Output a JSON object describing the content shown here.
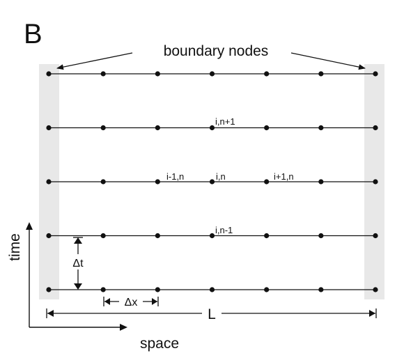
{
  "panel_label": "B",
  "boundary_label": "boundary nodes",
  "axis": {
    "time_label": "time",
    "space_label": "space"
  },
  "grid": {
    "columns": 7,
    "rows": 5
  },
  "node_labels": {
    "i_n_plus_1": "i,n+1",
    "i_minus_1_n": "i-1,n",
    "i_n": "i,n",
    "i_plus_1_n": "i+1,n",
    "i_n_minus_1": "i,n-1"
  },
  "dimensions": {
    "delta_t": "Δt",
    "delta_x": "Δx",
    "length": "L"
  },
  "colors": {
    "ink": "#111111",
    "boundary_fill": "#e8e8e8"
  }
}
